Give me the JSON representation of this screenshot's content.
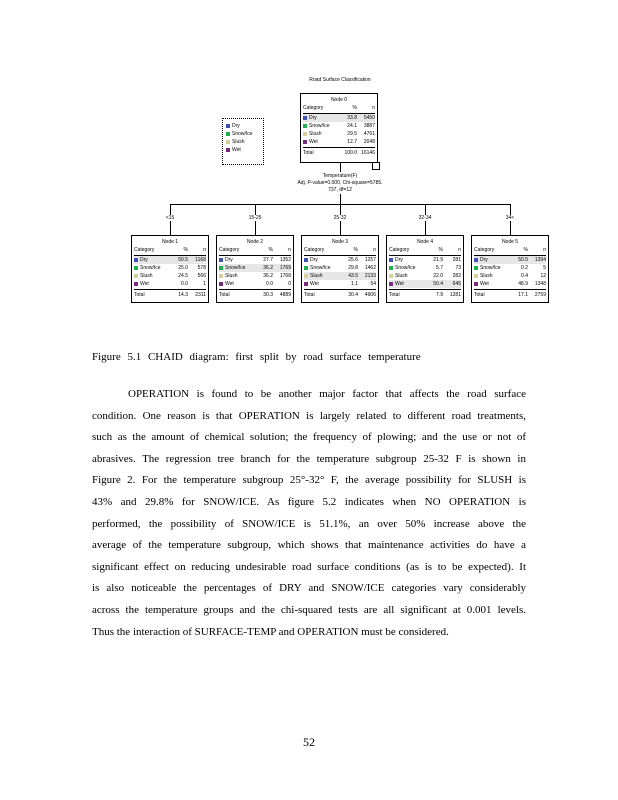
{
  "diagram": {
    "title": "Road Surface Classification",
    "legend": [
      {
        "label": "Dry",
        "color": "#3f51b5"
      },
      {
        "label": "Snow/Ice",
        "color": "#22b14c"
      },
      {
        "label": "Slush",
        "color": "#d6cf9a"
      },
      {
        "label": "Wet",
        "color": "#7b2b7b"
      }
    ],
    "headers": {
      "category": "Category",
      "pct": "%",
      "n": "n",
      "total": "Total"
    },
    "root": {
      "name": "Node 0",
      "rows": [
        [
          "Dry",
          "33.8",
          "5450"
        ],
        [
          "Snow/Ice",
          "24.1",
          "3887"
        ],
        [
          "Slush",
          "29.5",
          "4761"
        ],
        [
          "Wet",
          "12.7",
          "2048"
        ]
      ],
      "total": [
        "100.0",
        "16146"
      ]
    },
    "split": {
      "variable": "Temperature(F)",
      "stats1": "Adj. P-value=0.000, Chi-square=5785.",
      "stats2": "737, df=12"
    },
    "children": [
      {
        "branch": "<15",
        "name": "Node 1",
        "hl": 0,
        "rows": [
          [
            "Dry",
            "50.5",
            "1168"
          ],
          [
            "Snow/Ice",
            "25.0",
            "578"
          ],
          [
            "Slush",
            "24.5",
            "566"
          ],
          [
            "Wet",
            "0.0",
            "1"
          ]
        ],
        "total": [
          "14.3",
          "2311"
        ]
      },
      {
        "branch": "15-25",
        "name": "Node 2",
        "hl": 1,
        "rows": [
          [
            "Dry",
            "27.7",
            "1352"
          ],
          [
            "Snow/Ice",
            "36.2",
            "1769"
          ],
          [
            "Slush",
            "36.2",
            "1768"
          ],
          [
            "Wet",
            "0.0",
            "0"
          ]
        ],
        "total": [
          "30.3",
          "4889"
        ]
      },
      {
        "branch": "25-32",
        "name": "Node 3",
        "hl": 2,
        "rows": [
          [
            "Dry",
            "25.6",
            "1257"
          ],
          [
            "Snow/Ice",
            "29.8",
            "1462"
          ],
          [
            "Slush",
            "43.5",
            "2133"
          ],
          [
            "Wet",
            "1.1",
            "54"
          ]
        ],
        "total": [
          "30.4",
          "4906"
        ]
      },
      {
        "branch": "32-34",
        "name": "Node 4",
        "hl": 3,
        "rows": [
          [
            "Dry",
            "21.9",
            "281"
          ],
          [
            "Snow/Ice",
            "5.7",
            "73"
          ],
          [
            "Slush",
            "22.0",
            "282"
          ],
          [
            "Wet",
            "50.4",
            "645"
          ]
        ],
        "total": [
          "7.9",
          "1281"
        ]
      },
      {
        "branch": "34<",
        "name": "Node 5",
        "hl": 0,
        "rows": [
          [
            "Dry",
            "50.5",
            "1394"
          ],
          [
            "Snow/Ice",
            "0.2",
            "5"
          ],
          [
            "Slush",
            "0.4",
            "12"
          ],
          [
            "Wet",
            "48.9",
            "1348"
          ]
        ],
        "total": [
          "17.1",
          "2759"
        ]
      }
    ]
  },
  "caption": "Figure 5.1 CHAID diagram: first split by road surface temperature",
  "paragraph": [
    "OPERATION is found to be another major factor that affects the road surface",
    "condition. One reason is that OPERATION is largely related to different road treatments,",
    "such as the amount of chemical solution; the frequency of plowing; and the use or not of",
    "abrasives. The regression tree branch for the temperature subgroup 25-32 F is shown in",
    "Figure 2. For the temperature subgroup 25°-32° F, the average possibility for SLUSH is",
    "43% and 29.8% for SNOW/ICE. As figure 5.2 indicates when NO OPERATION is",
    "performed, the possibility of SNOW/ICE is 51.1%, an over 50% increase above the",
    "average of the temperature subgroup, which shows that maintenance activities do have a",
    "significant effect on reducing undesirable road surface conditions (as is to be expected). It",
    "is also noticeable the percentages of DRY and SNOW/ICE categories vary considerably",
    "across the temperature groups and the chi-squared tests are all significant at 0.001 levels.",
    "Thus the interaction of SURFACE-TEMP and OPERATION must be considered."
  ],
  "page_number": "52"
}
